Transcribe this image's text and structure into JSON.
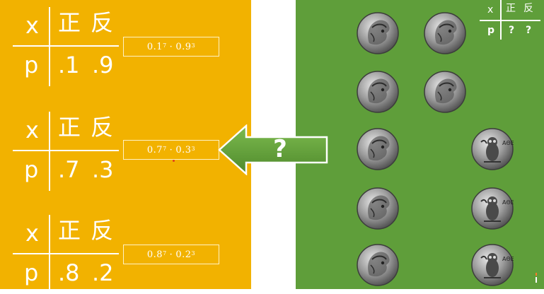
{
  "tables": [
    {
      "x_label": "x",
      "heads": "正",
      "tails": "反",
      "p_label": "p",
      "p_heads": ".1",
      "p_tails": ".9",
      "formula": {
        "base1": "0.1",
        "exp1": "7",
        "op": "·",
        "base2": "0.9",
        "exp2": "3"
      }
    },
    {
      "x_label": "x",
      "heads": "正",
      "tails": "反",
      "p_label": "p",
      "p_heads": ".7",
      "p_tails": ".3",
      "formula": {
        "base1": "0.7",
        "exp1": "7",
        "op": "·",
        "base2": "0.3",
        "exp2": "3"
      }
    },
    {
      "x_label": "x",
      "heads": "正",
      "tails": "反",
      "p_label": "p",
      "p_heads": ".8",
      "p_tails": ".2",
      "formula": {
        "base1": "0.8",
        "exp1": "7",
        "op": "·",
        "base2": "0.2",
        "exp2": "3"
      }
    }
  ],
  "arrow": {
    "label": "?"
  },
  "mini_table": {
    "x_label": "x",
    "heads": "正",
    "tails": "反",
    "p_label": "p",
    "p_heads": "?",
    "p_tails": "?"
  },
  "coins": {
    "heads_count": 7,
    "tails_count": 3,
    "heads_icon": "athena-head-coin-icon",
    "tails_icon": "owl-coin-icon"
  },
  "colors": {
    "left_bg": "#f2b200",
    "right_bg": "#5f9e3a",
    "arrow": "#5f9e3a"
  }
}
